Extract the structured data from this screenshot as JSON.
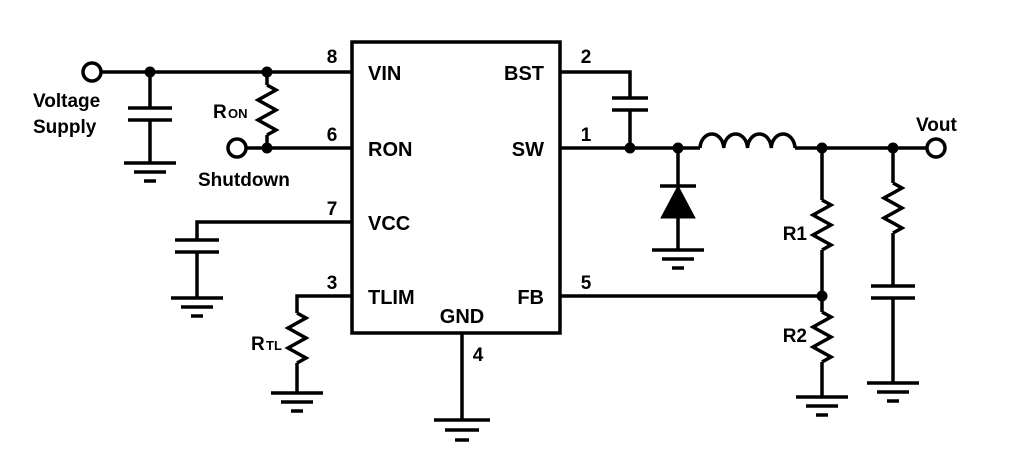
{
  "colors": {
    "ink": "#000000",
    "background": "#ffffff"
  },
  "ic": {
    "left_pins": [
      {
        "number": "8",
        "name": "VIN"
      },
      {
        "number": "6",
        "name": "RON"
      },
      {
        "number": "7",
        "name": "VCC"
      },
      {
        "number": "3",
        "name": "TLIM"
      }
    ],
    "right_pins": [
      {
        "number": "2",
        "name": "BST"
      },
      {
        "number": "1",
        "name": "SW"
      },
      {
        "number": "5",
        "name": "FB"
      }
    ],
    "bottom_pin": {
      "number": "4",
      "name": "GND"
    }
  },
  "labels": {
    "voltage_supply": {
      "line1": "Voltage",
      "line2": "Supply"
    },
    "shutdown": "Shutdown",
    "ron": {
      "base": "R",
      "sub": "ON"
    },
    "rtl": {
      "base": "R",
      "sub": "TL"
    },
    "r1": "R1",
    "r2": "R2",
    "vout": "Vout"
  }
}
